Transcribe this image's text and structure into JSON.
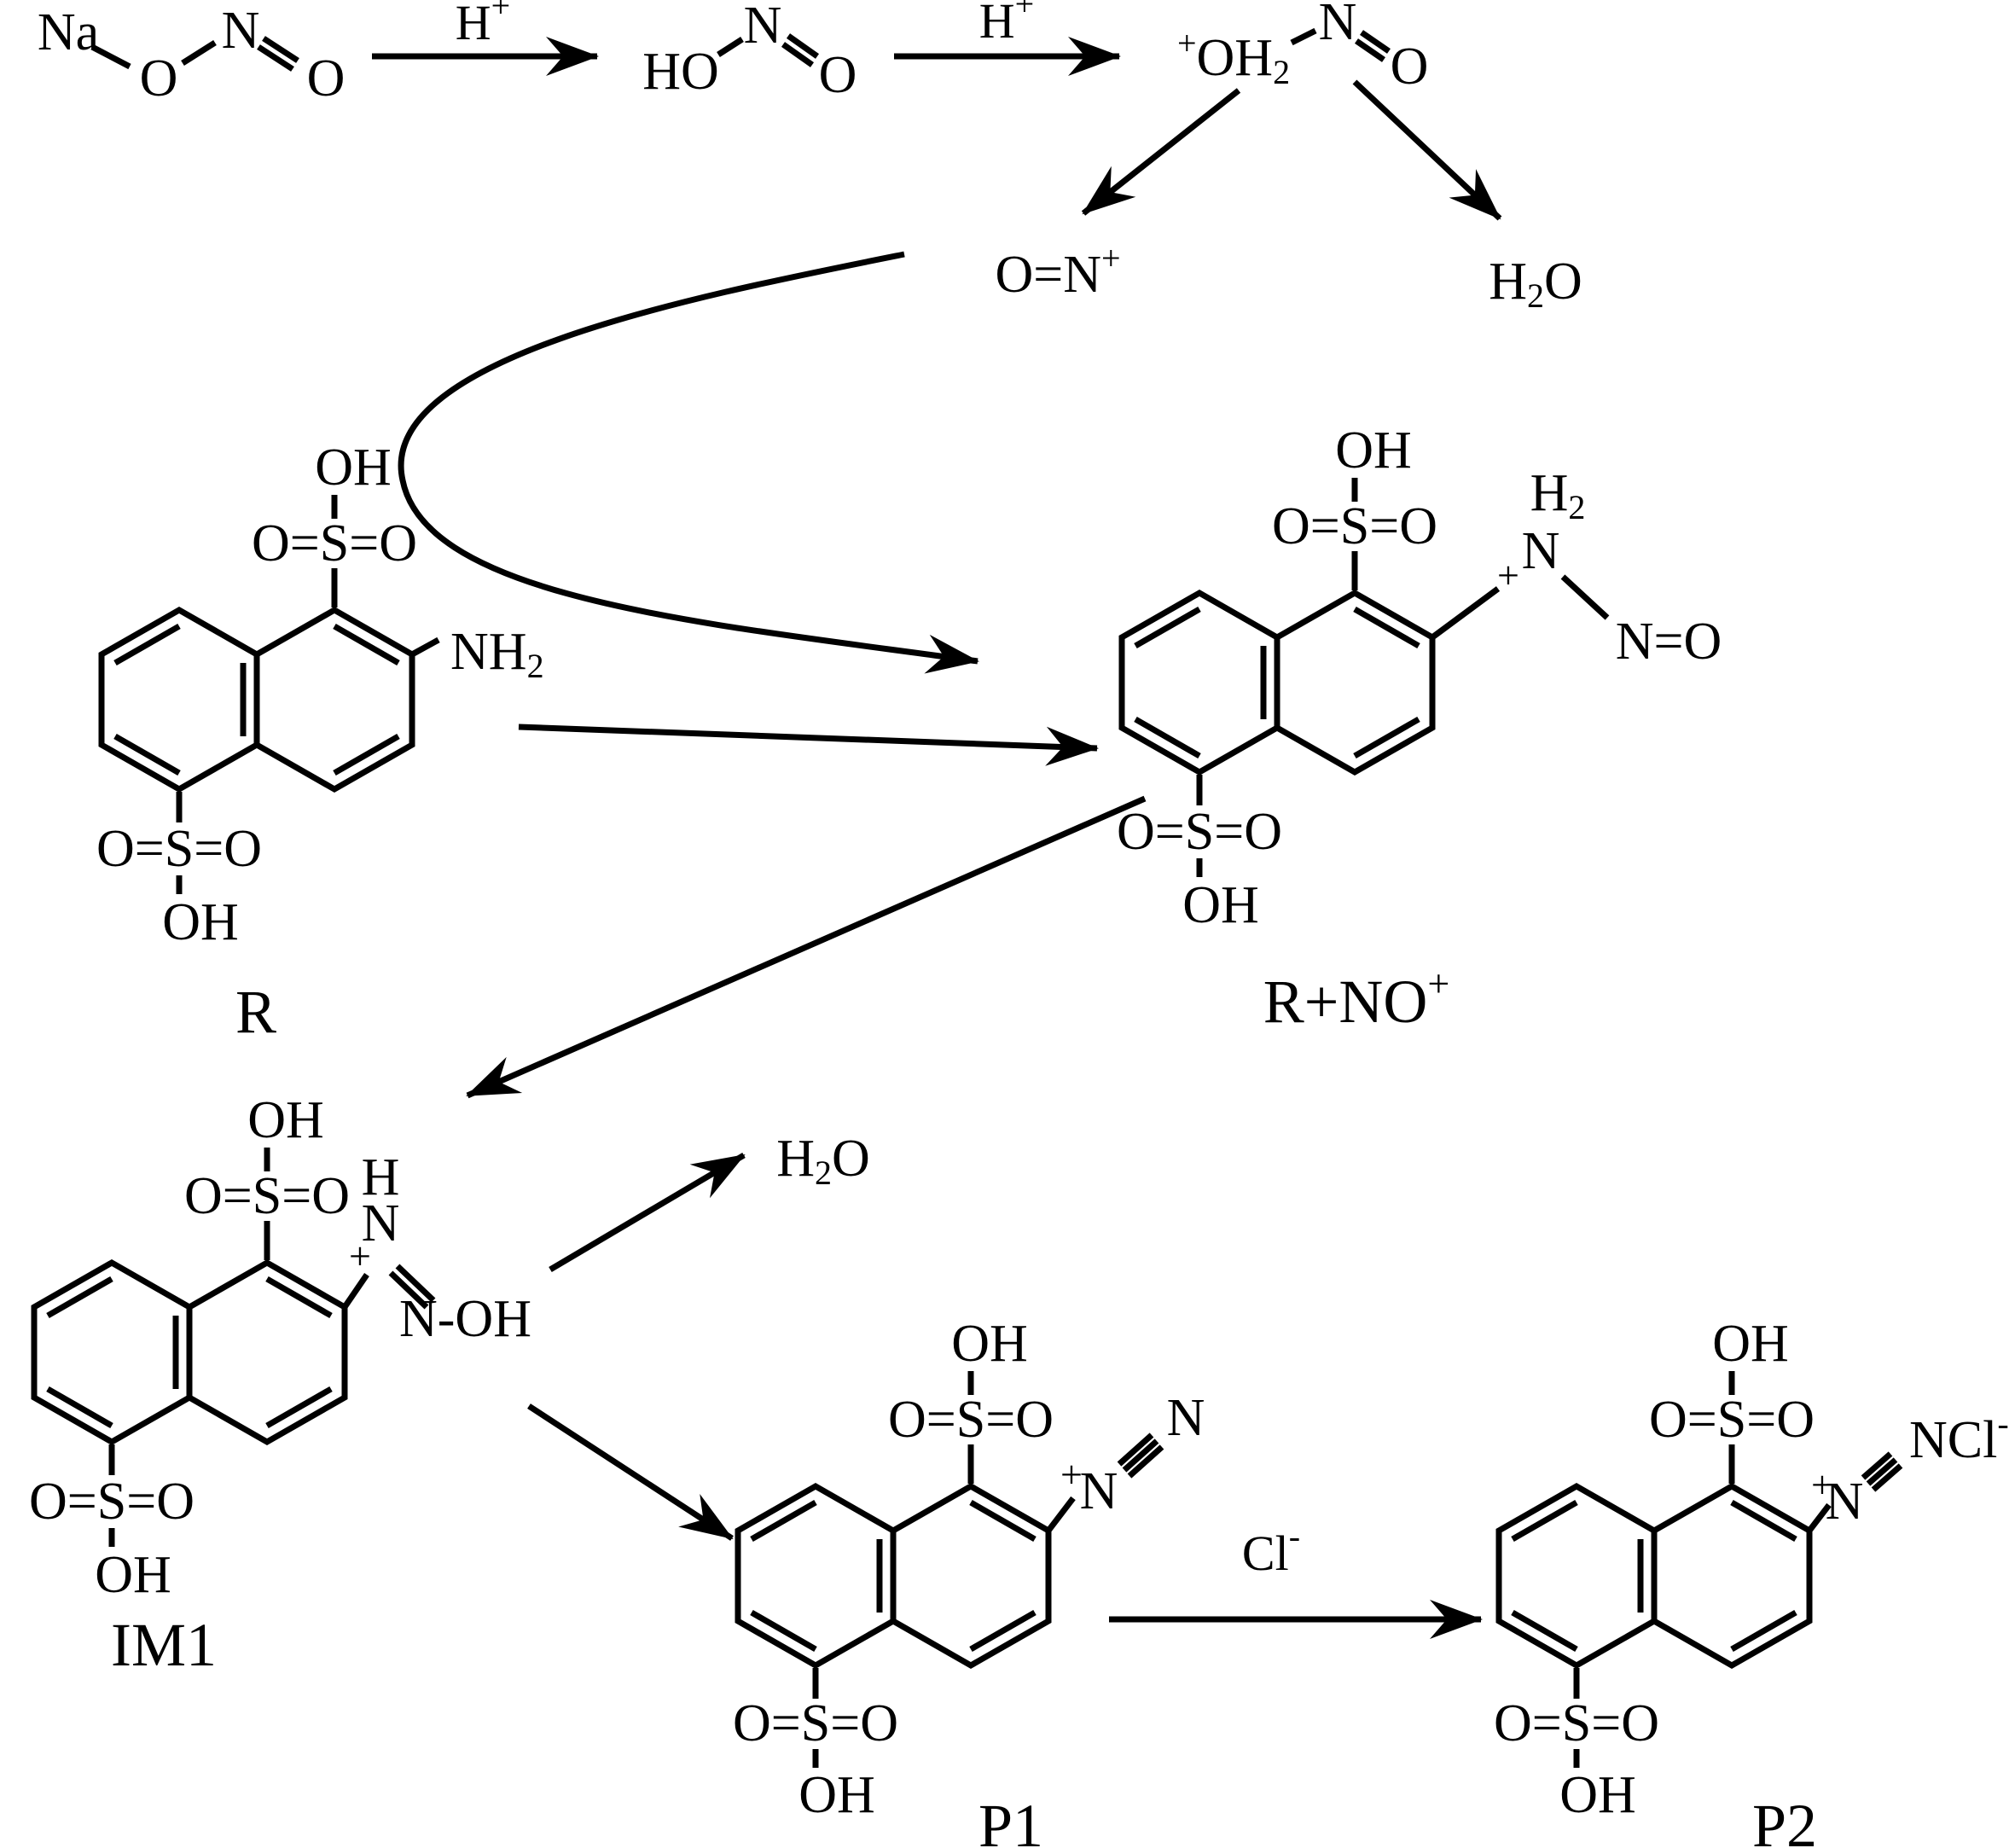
{
  "colors": {
    "ink": "#000000",
    "background": "#ffffff"
  },
  "scheme": {
    "sodium_nitrite": {
      "na": "Na",
      "o1": "O",
      "n": "N",
      "o2": "O"
    },
    "h_plus_1": {
      "base": "H",
      "sup": "+"
    },
    "nitrous_acid": {
      "ho": "HO",
      "n": "N",
      "o": "O"
    },
    "h_plus_2": {
      "base": "H",
      "sup": "+"
    },
    "protonated_nitrous_acid": {
      "charge": "+",
      "oh": "OH",
      "sub": "2",
      "n": "N",
      "o": "O"
    },
    "nitrosonium": {
      "base": "O=N",
      "sup": "+"
    },
    "water_top": {
      "h": "H",
      "sub": "2",
      "o": "O"
    },
    "water_mid": {
      "h": "H",
      "sub": "2",
      "o": "O"
    },
    "chloride": {
      "base": "Cl",
      "sup": "-"
    }
  },
  "structures": {
    "R": {
      "label": "R",
      "top_oh": "OH",
      "top_sulfo": "O=S=O",
      "bottom_sulfo": "O=S=O",
      "bottom_oh": "OH",
      "amine_base": "NH",
      "amine_sub": "2"
    },
    "R_NO": {
      "label_base": "R+NO",
      "label_sup": "+",
      "top_oh": "OH",
      "top_sulfo": "O=S=O",
      "bottom_sulfo": "O=S=O",
      "bottom_oh": "OH",
      "h_base": "H",
      "h_sub": "2",
      "n": "N",
      "charge": "+",
      "nitroso": "N=O"
    },
    "IM1": {
      "label": "IM1",
      "top_oh": "OH",
      "top_sulfo": "O=S=O",
      "bottom_sulfo": "O=S=O",
      "bottom_oh": "OH",
      "h": "H",
      "n": "N",
      "charge": "+",
      "n_oh": "N-OH"
    },
    "P1": {
      "label": "P1",
      "top_oh": "OH",
      "top_sulfo": "O=S=O",
      "bottom_sulfo": "O=S=O",
      "bottom_oh": "OH",
      "charge": "+",
      "n1": "N",
      "n2": "N"
    },
    "P2": {
      "label": "P2",
      "top_oh": "OH",
      "top_sulfo": "O=S=O",
      "bottom_sulfo": "O=S=O",
      "bottom_oh": "OH",
      "charge": "+",
      "n1": "N",
      "ncl": "NCl",
      "ncl_sup": "-"
    }
  }
}
